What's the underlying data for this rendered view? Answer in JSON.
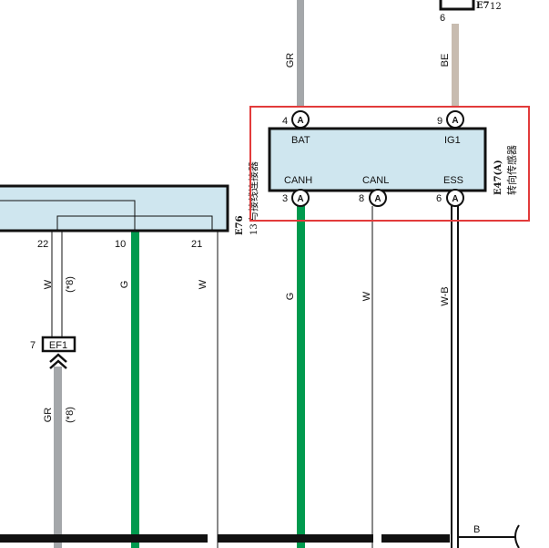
{
  "left_connector": {
    "pins": [
      "22",
      "10",
      "21"
    ],
    "wire_22": {
      "color_code": "W",
      "note": "(*8)"
    },
    "wire_10": {
      "color_code": "G"
    },
    "wire_21": {
      "color_code": "W"
    },
    "code": "E76",
    "number": "13",
    "name": "与接线连接器"
  },
  "splice": {
    "pin": "7",
    "label": "EF1",
    "wire_color_code": "GR",
    "note": "(*8)"
  },
  "sensor": {
    "code": "E47(A)",
    "name": "转向传感器",
    "pin_letter": "A",
    "terminals": {
      "bat": {
        "label": "BAT",
        "pin": "4",
        "wire": "GR"
      },
      "ig1": {
        "label": "IG1",
        "pin": "9",
        "wire": "BE"
      },
      "canh": {
        "label": "CANH",
        "pin": "3",
        "wire": "G"
      },
      "canl": {
        "label": "CANL",
        "pin": "8",
        "wire": "W"
      },
      "ess": {
        "label": "ESS",
        "pin": "6",
        "wire": "W-B"
      }
    }
  },
  "top_connector": {
    "code": "E7",
    "pin_top": "12",
    "pin": "6"
  },
  "bottom_wire_label": "B",
  "colors": {
    "green": "#009a4e",
    "gray": "#a4a7aa",
    "beige": "#c8bcb0",
    "box_fill": "#cfe6ef",
    "highlight": "#e23b3b"
  }
}
